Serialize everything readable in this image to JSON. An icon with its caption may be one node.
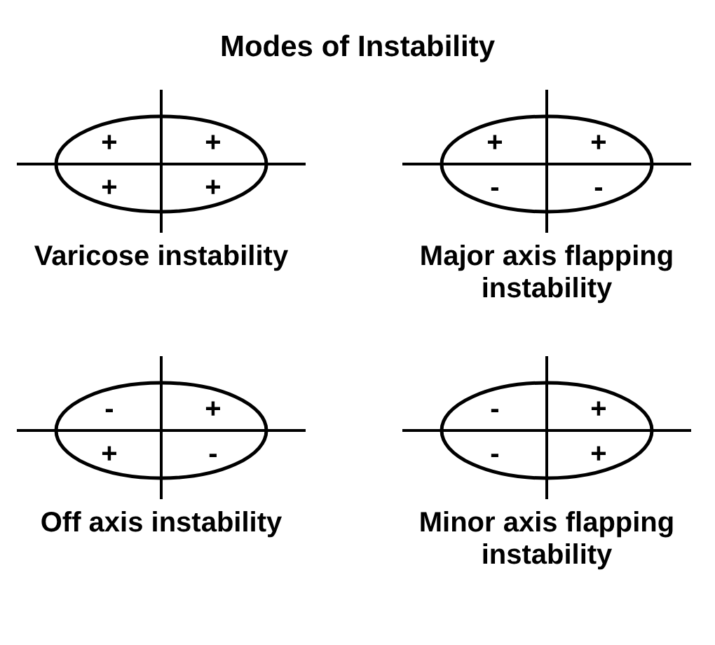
{
  "diagram": {
    "title": "Modes of Instability",
    "nodes": [
      {
        "text": [
          "+",
          "+",
          "+",
          "+"
        ],
        "beside": [
          "Varicose instability"
        ]
      },
      {
        "text": [
          "+",
          "+",
          "-",
          "-"
        ],
        "beside": [
          "Major axis flapping instability"
        ]
      },
      {
        "text": [
          "-",
          "+",
          "+",
          "-"
        ],
        "beside": [
          "Off axis instability"
        ]
      },
      {
        "text": [
          "-",
          "+",
          "-",
          "+"
        ],
        "beside": [
          "Minor axis flapping instability"
        ]
      }
    ],
    "edges": []
  }
}
